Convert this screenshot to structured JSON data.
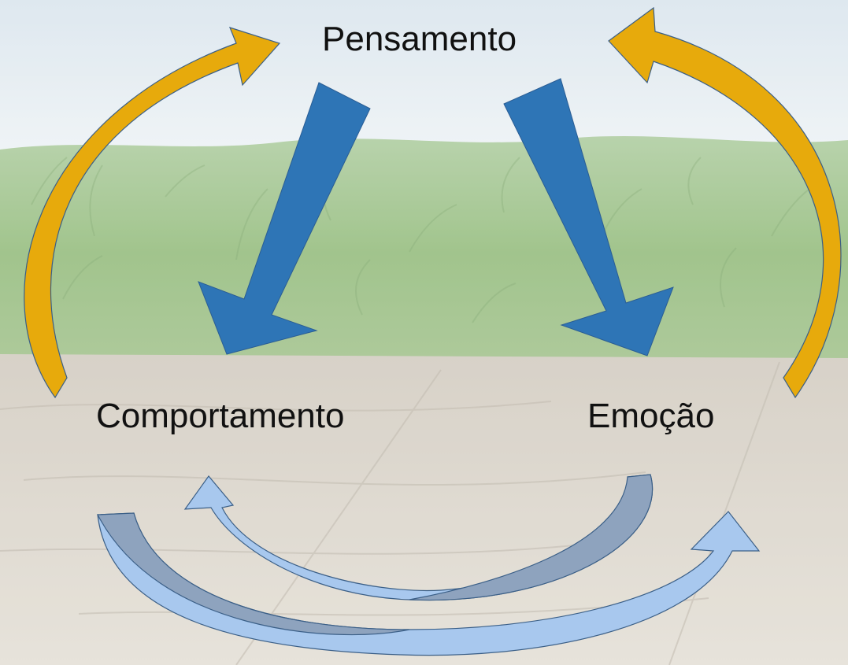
{
  "diagram": {
    "nodes": {
      "pensamento": "Pensamento",
      "comportamento": "Comportamento",
      "emocao": "Emoção"
    },
    "edges": [
      {
        "from": "pensamento",
        "to": "comportamento",
        "style": "block-arrow",
        "color": "#2E75B6"
      },
      {
        "from": "pensamento",
        "to": "emocao",
        "style": "block-arrow",
        "color": "#2E75B6"
      },
      {
        "from": "comportamento",
        "to": "pensamento",
        "style": "curved-arrow",
        "color": "#F2B400"
      },
      {
        "from": "emocao",
        "to": "pensamento",
        "style": "curved-arrow",
        "color": "#F2B400"
      },
      {
        "from": "emocao",
        "to": "comportamento",
        "style": "curved-arrow",
        "color": "#A9C9EE"
      },
      {
        "from": "comportamento",
        "to": "emocao",
        "style": "curved-arrow",
        "color": "#A9C9EE"
      }
    ]
  },
  "colors": {
    "block_arrow": "#2E75B6",
    "yellow_arrow": "#F2B400",
    "light_blue_arrow": "#A9C9EE",
    "slate_arrow": "#8EA3BE",
    "sky": "#E6EEF3",
    "corn": "#8FB877",
    "wood": "#D5CFC4"
  }
}
